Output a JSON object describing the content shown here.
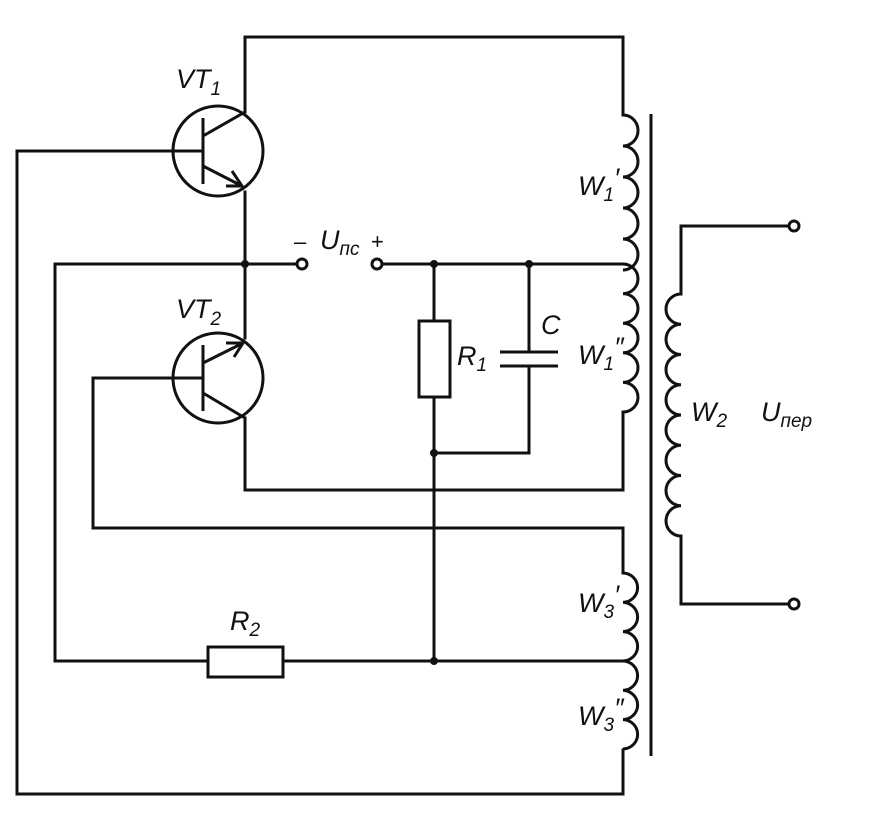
{
  "labels": {
    "vt1": {
      "main": "VT",
      "sub": "1"
    },
    "vt2": {
      "main": "VT",
      "sub": "2"
    },
    "r1": {
      "main": "R",
      "sub": "1"
    },
    "r2": {
      "main": "R",
      "sub": "2"
    },
    "c": {
      "main": "C"
    },
    "w1p": {
      "main": "W",
      "sub": "1",
      "prime": "′"
    },
    "w1pp": {
      "main": "W",
      "sub": "1",
      "prime": "″"
    },
    "w2": {
      "main": "W",
      "sub": "2"
    },
    "w3p": {
      "main": "W",
      "sub": "3",
      "prime": "′"
    },
    "w3pp": {
      "main": "W",
      "sub": "3",
      "prime": "″"
    },
    "ups": {
      "main": "U",
      "sub": "пс"
    },
    "uper": {
      "main": "U",
      "sub": "пер"
    },
    "minus": "–",
    "plus": "+"
  }
}
